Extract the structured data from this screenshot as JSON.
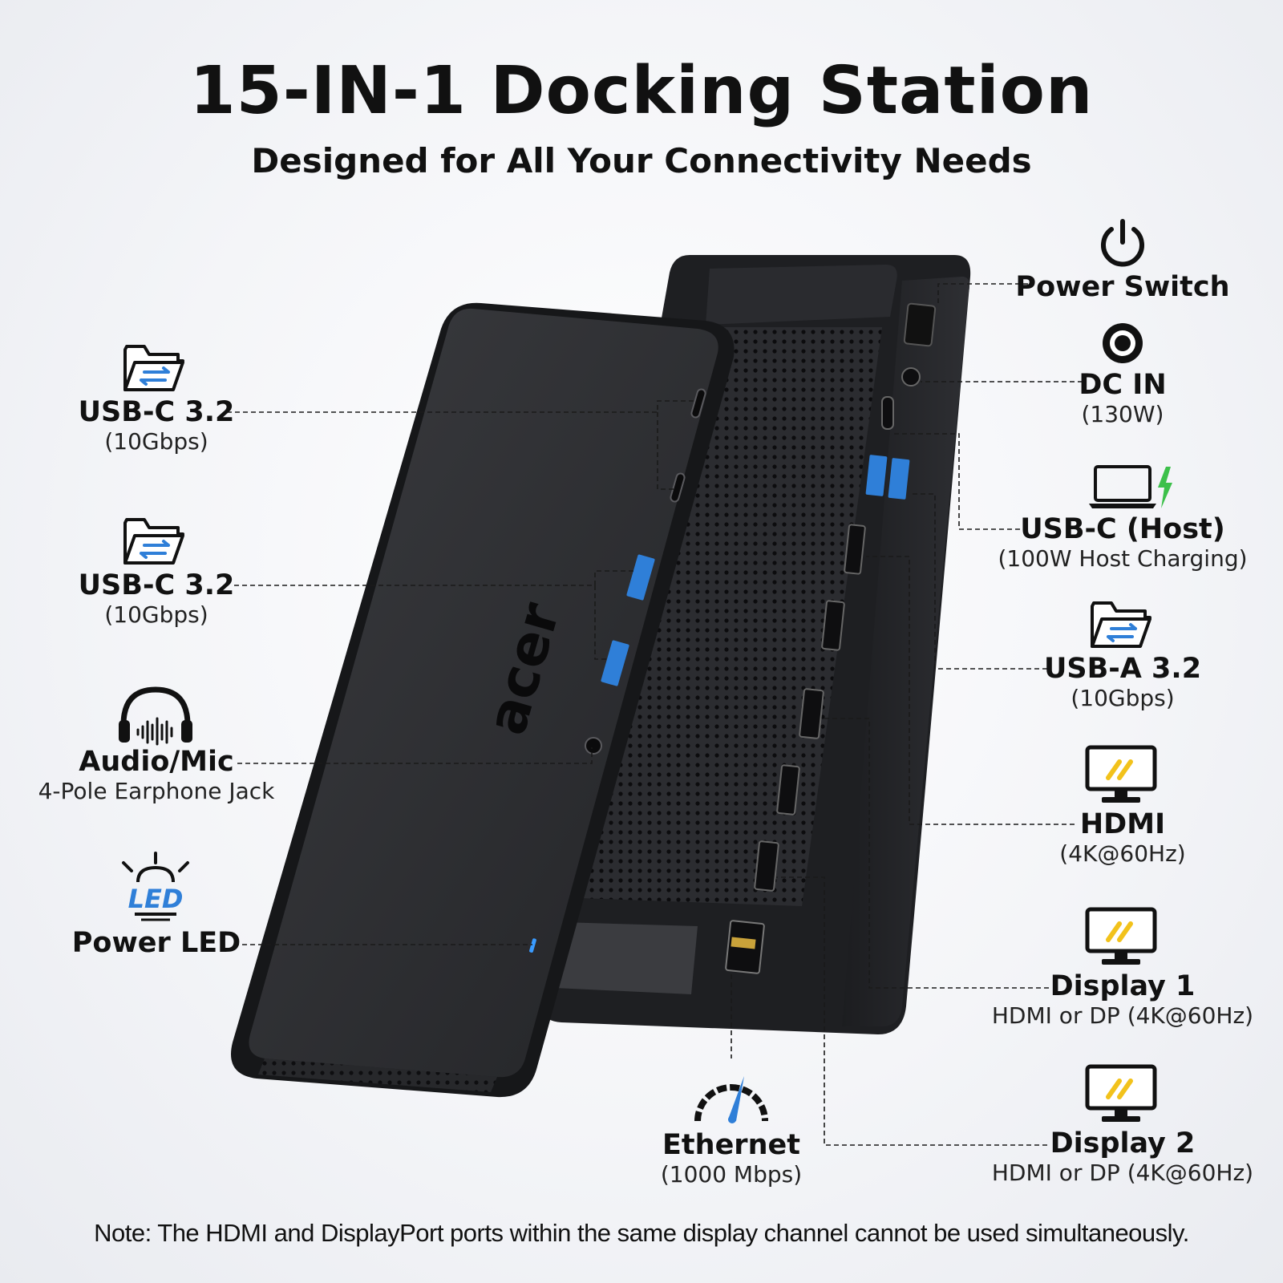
{
  "header": {
    "title": "15-IN-1 Docking Station",
    "subtitle": "Designed for All Your Connectivity Needs"
  },
  "product": {
    "brand": "acer"
  },
  "ports_left": [
    {
      "id": "usbc-1",
      "name": "USB-C 3.2",
      "detail": "(10Gbps)",
      "icon": "folder-transfer-icon"
    },
    {
      "id": "usbc-2",
      "name": "USB-C 3.2",
      "detail": "(10Gbps)",
      "icon": "folder-transfer-icon"
    },
    {
      "id": "audio",
      "name": "Audio/Mic",
      "detail": "4-Pole Earphone Jack",
      "icon": "headphones-icon"
    },
    {
      "id": "led",
      "name": "Power LED",
      "detail": "",
      "icon": "led-icon",
      "icon_text": "LED"
    }
  ],
  "ports_right": [
    {
      "id": "power",
      "name": "Power Switch",
      "detail": "",
      "icon": "power-icon"
    },
    {
      "id": "dcin",
      "name": "DC IN",
      "detail": "(130W)",
      "icon": "dc-jack-icon"
    },
    {
      "id": "host",
      "name": "USB-C (Host)",
      "detail": "(100W Host Charging)",
      "icon": "laptop-charging-icon"
    },
    {
      "id": "usba",
      "name": "USB-A 3.2",
      "detail": "(10Gbps)",
      "icon": "folder-transfer-icon"
    },
    {
      "id": "hdmi",
      "name": "HDMI",
      "detail": "(4K@60Hz)",
      "icon": "monitor-icon"
    },
    {
      "id": "display1",
      "name": "Display 1",
      "detail": "HDMI or DP (4K@60Hz)",
      "icon": "monitor-icon"
    },
    {
      "id": "display2",
      "name": "Display 2",
      "detail": "HDMI or DP (4K@60Hz)",
      "icon": "monitor-icon"
    }
  ],
  "ports_bottom": [
    {
      "id": "ethernet",
      "name": "Ethernet",
      "detail": "(1000 Mbps)",
      "icon": "speedometer-icon"
    }
  ],
  "note": "Note: The HDMI and DisplayPort ports within the same display channel cannot be used simultaneously.",
  "colors": {
    "accent_blue": "#2f7fd8",
    "accent_yellow": "#f2c21b",
    "charge_green": "#3cc04a",
    "device": "#2a2b2e"
  }
}
